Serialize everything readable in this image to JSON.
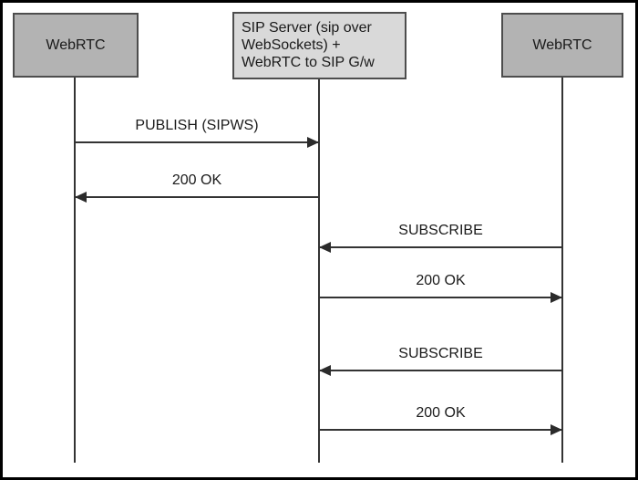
{
  "diagram": {
    "type": "sequence-diagram",
    "actors": [
      {
        "id": "webrtc-left",
        "label": "WebRTC"
      },
      {
        "id": "sip-server",
        "label": "SIP Server (sip over WebSockets) + WebRTC to SIP G/w",
        "lines": [
          "SIP Server (sip over",
          "WebSockets) +",
          "WebRTC to SIP G/w"
        ]
      },
      {
        "id": "webrtc-right",
        "label": "WebRTC"
      }
    ],
    "messages": [
      {
        "from": "webrtc-left",
        "to": "sip-server",
        "label": "PUBLISH (SIPWS)",
        "direction": "right"
      },
      {
        "from": "sip-server",
        "to": "webrtc-left",
        "label": "200 OK",
        "direction": "left"
      },
      {
        "from": "webrtc-right",
        "to": "sip-server",
        "label": "SUBSCRIBE",
        "direction": "left"
      },
      {
        "from": "sip-server",
        "to": "webrtc-right",
        "label": "200 OK",
        "direction": "right"
      },
      {
        "from": "webrtc-right",
        "to": "sip-server",
        "label": "SUBSCRIBE",
        "direction": "left"
      },
      {
        "from": "sip-server",
        "to": "webrtc-right",
        "label": "200 OK",
        "direction": "right"
      }
    ],
    "colors": {
      "endpoint_fill": "#b3b3b3",
      "server_fill": "#d9d9d9",
      "box_border": "#4d4d4d",
      "line": "#333333",
      "arrowhead": "#2b2b2b",
      "text": "#1a1a1a",
      "frame_border": "#000000",
      "background": "#ffffff"
    }
  }
}
